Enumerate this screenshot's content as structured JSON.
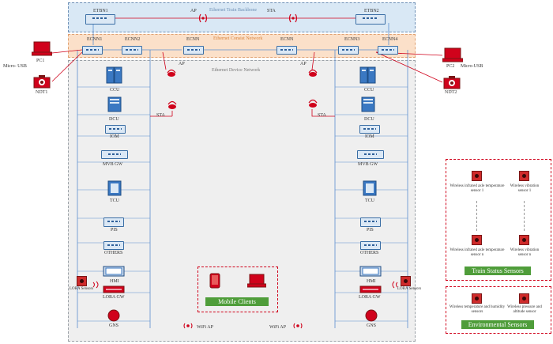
{
  "networks": {
    "backbone": "Ethernet Train Backbone",
    "consist": "Ethernet Consist Network",
    "device": "Ethernet Device Network"
  },
  "backbone_nodes": {
    "left": "ETBN1",
    "right": "ETBN2",
    "ap": "AP",
    "sta": "STA"
  },
  "consist_nodes": {
    "ecnn1": "ECNN1",
    "ecnn2": "ECNN2",
    "ecnn_mid_left": "ECNN",
    "ecnn_mid_right": "ECNN",
    "ecnn3": "ECNN3",
    "ecnn4": "ECNN4"
  },
  "left_side": {
    "pc": "PC1",
    "usb": "Micro- USB",
    "ndt": "NDT1",
    "ap": "AP",
    "sta": "STA",
    "devices": [
      "CCU",
      "DCU",
      "IOM",
      "MVB GW",
      "TCU",
      "PIS",
      "OTHERS",
      "HMI",
      "LORA GW",
      "GNS"
    ],
    "lora_sensors": "LORA Sensors",
    "wifi_ap": "WiFi AP"
  },
  "right_side": {
    "pc": "PC2",
    "usb": "Micro-USB",
    "ndt": "NDT2",
    "ap": "AP",
    "sta": "STA",
    "devices": [
      "CCU",
      "DCU",
      "IOM",
      "MVB GW",
      "TCU",
      "PIS",
      "OTHERS",
      "HMI",
      "LORA GW",
      "GNS"
    ],
    "lora_sensors": "LORA Sensors",
    "wifi_ap": "WiFi AP"
  },
  "mobile_clients": "Mobile Clients",
  "train_status": {
    "label": "Train Status Sensors",
    "s1": "Wireless infrared axle temperature sensor 1",
    "s2": "Wireless vibration sensor 1",
    "s3": "Wireless infrared axle temperature sensor n",
    "s4": "Wireless vibration sensor n"
  },
  "environmental": {
    "label": "Environmental Sensors",
    "s1": "Wireless temperature and humidity sensors",
    "s2": "Wireless pressure and altitude sensor"
  },
  "colors": {
    "backbone_fill": "#d9e8f5",
    "consist_fill": "#fbe0c9",
    "device_fill": "#efefef",
    "link_blue": "#5b8fd0",
    "link_red": "#d0021b",
    "label_green": "#4f9d3a"
  }
}
